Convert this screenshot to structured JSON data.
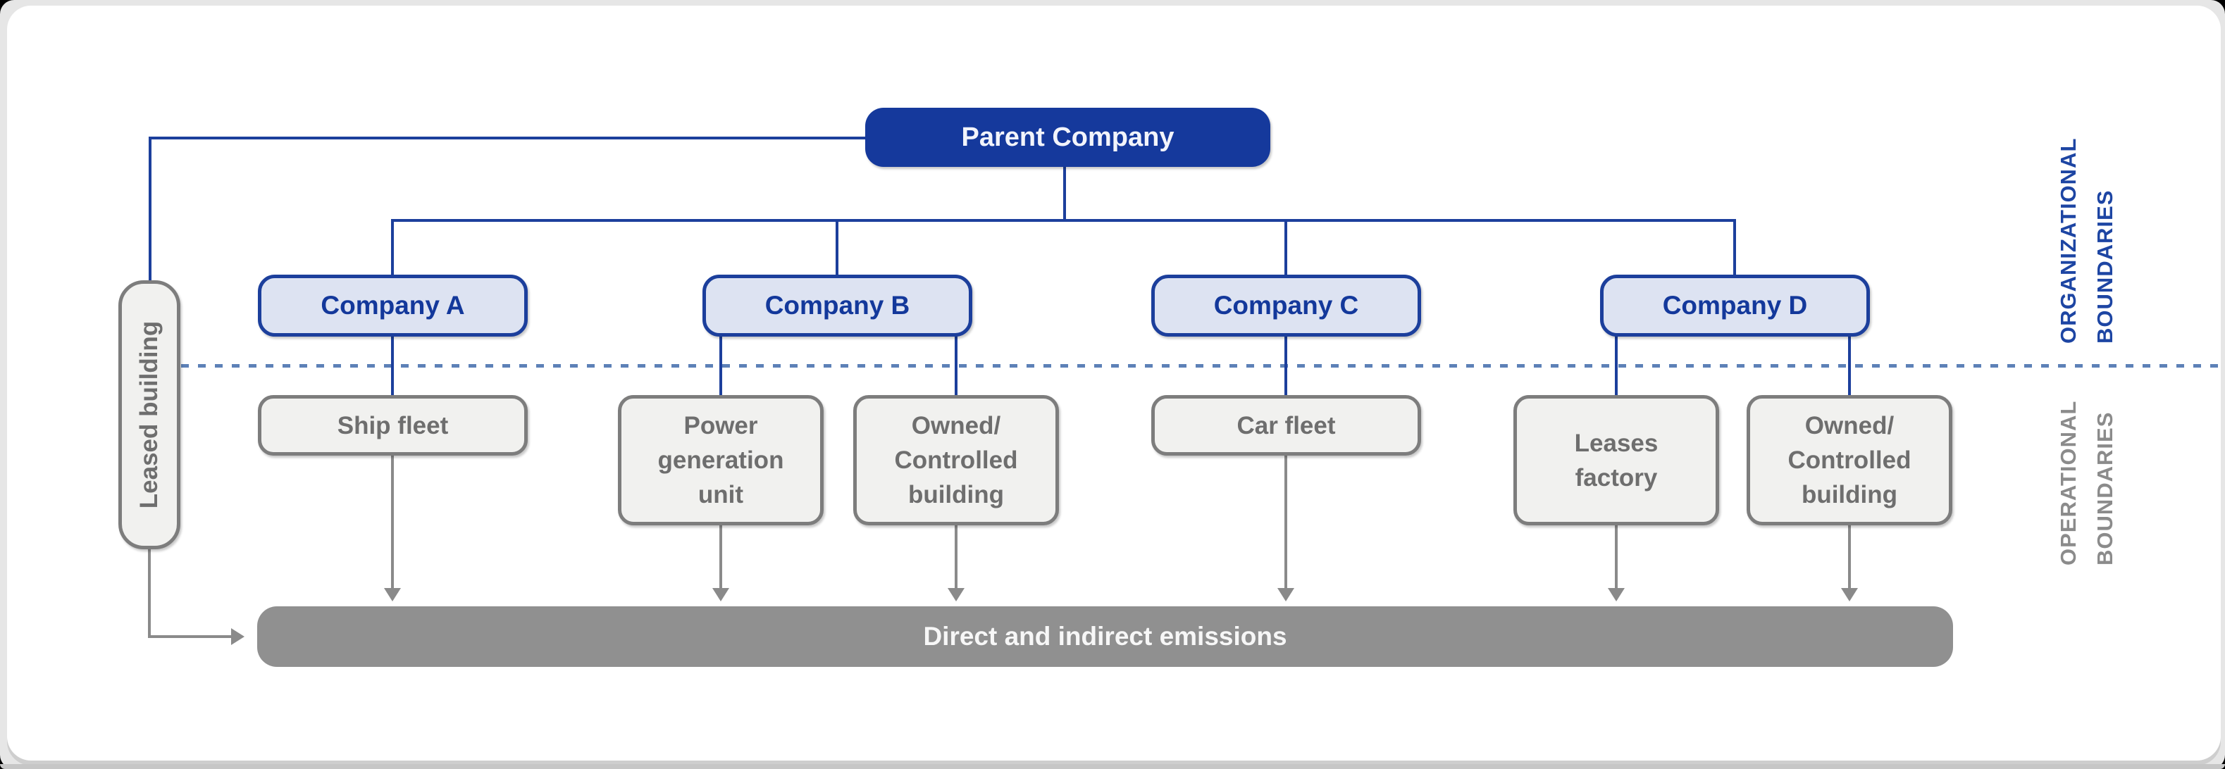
{
  "nodes": {
    "parent": {
      "label": "Parent Company"
    },
    "companies": [
      {
        "label": "Company A"
      },
      {
        "label": "Company B"
      },
      {
        "label": "Company C"
      },
      {
        "label": "Company D"
      }
    ],
    "leased_building": {
      "label": "Leased building"
    },
    "assets": {
      "ship_fleet": {
        "label": "Ship fleet"
      },
      "power_generation_unit": {
        "label": "Power\ngeneration\nunit"
      },
      "owned_controlled_building_b": {
        "label": "Owned/\nControlled\nbuilding"
      },
      "car_fleet": {
        "label": "Car fleet"
      },
      "leases_factory": {
        "label": "Leases\nfactory"
      },
      "owned_controlled_building_d": {
        "label": "Owned/\nControlled\nbuilding"
      }
    },
    "emissions_bar": {
      "label": "Direct and indirect emissions"
    }
  },
  "section_labels": {
    "organizational": "ORGANIZATIONAL\nBOUNDARIES",
    "operational": "OPERATIONAL\nBOUNDARIES"
  },
  "colors": {
    "parent_fill": "#15399c",
    "company_fill": "#dde3f2",
    "company_border": "#1c3f9c",
    "company_text": "#13389b",
    "asset_fill": "#f1f1ef",
    "asset_border": "#7d7d7d",
    "asset_text": "#6e6e6e",
    "connector_blue": "#1c3f9c",
    "connector_gray": "#8a8a8a",
    "dashed_divider": "#5d81b7",
    "emissions_bar_fill": "#909090",
    "organizational_label": "#1d45a3",
    "operational_label": "#8b8b8b"
  }
}
